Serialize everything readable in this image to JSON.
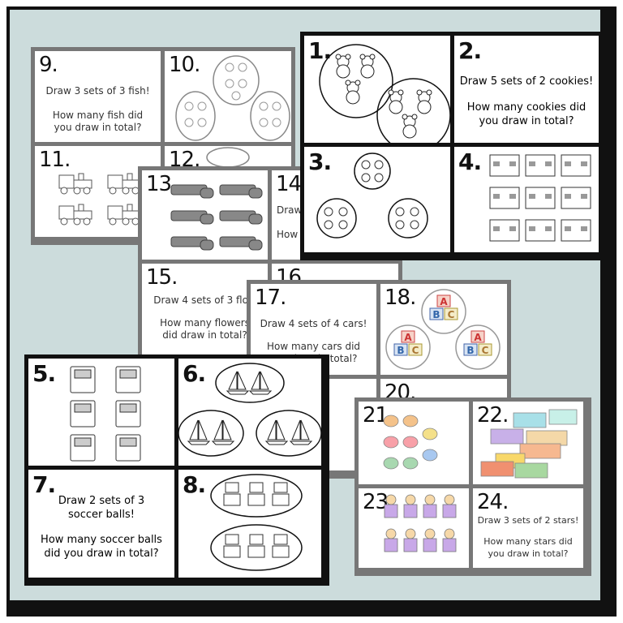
{
  "cards": {
    "c1": {
      "num": "1."
    },
    "c2": {
      "num": "2.",
      "q1": "Draw 5 sets of 2 cookies!",
      "q2": "How many cookies did you draw in total?"
    },
    "c3": {
      "num": "3."
    },
    "c4": {
      "num": "4."
    },
    "c5": {
      "num": "5."
    },
    "c6": {
      "num": "6."
    },
    "c7": {
      "num": "7.",
      "q1": "Draw 2 sets of 3 soccer balls!",
      "q2": "How many soccer balls did you draw in total?"
    },
    "c8": {
      "num": "8."
    },
    "c9": {
      "num": "9.",
      "q1": "Draw 3 sets of 3 fish!",
      "q2": "How many fish did you draw in total?"
    },
    "c10": {
      "num": "10."
    },
    "c11": {
      "num": "11."
    },
    "c12": {
      "num": "12."
    },
    "c13": {
      "num": "13."
    },
    "c14": {
      "num": "14.",
      "q1": "Draw",
      "q2": "How m"
    },
    "c15": {
      "num": "15.",
      "q1": "Draw 4 sets of 3 flow",
      "q2": "How many flowers did draw in total?"
    },
    "c16": {
      "num": "16."
    },
    "c17": {
      "num": "17.",
      "q1": "Draw 4 sets of 4 cars!",
      "q2": "How many cars did you draw in total?"
    },
    "c18": {
      "num": "18."
    },
    "c20": {
      "num": "20."
    },
    "c21": {
      "num": "21."
    },
    "c22": {
      "num": "22."
    },
    "c23": {
      "num": "23."
    },
    "c24": {
      "num": "24.",
      "q1": "Draw 3 sets of 2 stars!",
      "q2": "How many stars did you draw in total?"
    }
  },
  "colors": {
    "frame": "#111111",
    "background": "#ccdcdc",
    "gray_border": "#777777",
    "black_border": "#111111"
  }
}
